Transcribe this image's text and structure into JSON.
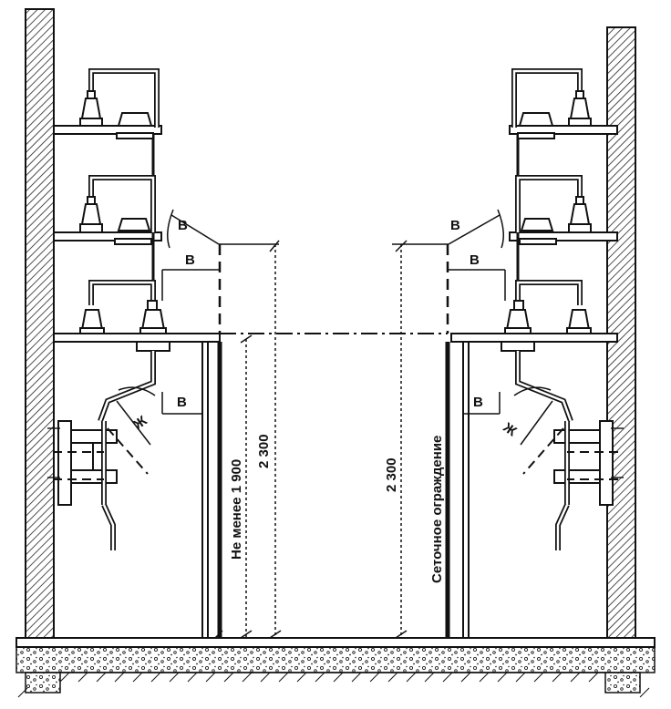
{
  "labels": {
    "b": "В",
    "zh": "Ж",
    "min_1900": "Не менее 1 900",
    "h2300": "2 300",
    "fence": "Сеточное ограждение"
  },
  "colors": {
    "ink": "#111111",
    "hatch": "#222222",
    "background": "#ffffff"
  }
}
